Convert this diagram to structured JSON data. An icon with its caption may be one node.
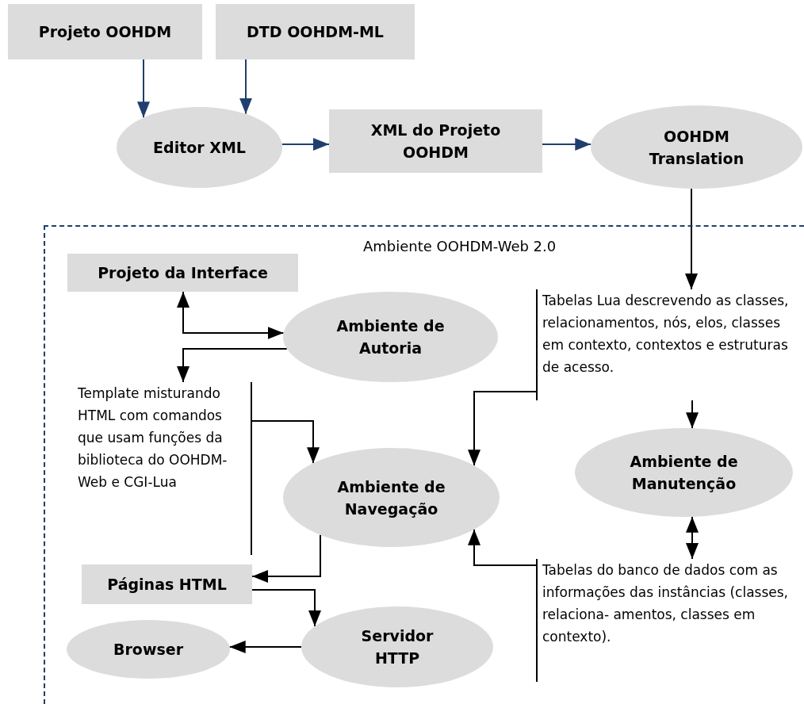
{
  "diagram": {
    "nodes": [
      {
        "text": [
          "Projeto OOHDM"
        ]
      },
      {
        "text": [
          "DTD OOHDM-ML"
        ]
      },
      {
        "text": [
          "Editor XML"
        ]
      },
      {
        "text": [
          "XML do Projeto OOHDM"
        ]
      },
      {
        "text": [
          "OOHDM Translation"
        ]
      },
      {
        "text": [
          "Ambiente OOHDM-Web 2.0"
        ]
      },
      {
        "text": [
          "Projeto da Interface"
        ],
        "in": 5
      },
      {
        "text": [
          "Ambiente de Autoria"
        ],
        "in": 5
      },
      {
        "text": [
          "Template misturando HTML com comandos que usam funções da biblioteca do OOHDM- Web e CGI-Lua"
        ],
        "in": 5
      },
      {
        "text": [
          "Ambiente de Navegação"
        ],
        "in": 5
      },
      {
        "text": [
          "Tabelas Lua descrevendo as classes, relacionamentos, nós, elos, classes em contexto, contextos e estruturas de acesso."
        ],
        "in": 5
      },
      {
        "text": [
          "Ambiente de Manutenção"
        ],
        "in": 5
      },
      {
        "text": [
          "Páginas HTML"
        ],
        "in": 5
      },
      {
        "text": [
          "Tabelas do banco de dados com as informações das instâncias (classes, relaciona- amentos, classes em contexto)."
        ],
        "in": 5
      },
      {
        "text": [
          "Servidor HTTP"
        ],
        "in": 5
      },
      {
        "text": [
          "Browser"
        ],
        "in": 5
      }
    ],
    "edges": [
      {
        "from": 0,
        "to": 2,
        "arrow": "to",
        "color": "#1f3f6e"
      },
      {
        "from": 1,
        "to": 2,
        "arrow": "to",
        "color": "#1f3f6e"
      },
      {
        "from": 2,
        "to": 3,
        "arrow": "to",
        "color": "#1f3f6e"
      },
      {
        "from": 3,
        "to": 4,
        "arrow": "to",
        "color": "#1f3f6e"
      },
      {
        "from": 4,
        "to": 10,
        "arrow": "to"
      },
      {
        "from": 6,
        "to": 7,
        "arrow": "both"
      },
      {
        "from": 7,
        "to": 8,
        "arrow": "to"
      },
      {
        "from": 8,
        "to": 9,
        "arrow": "to"
      },
      {
        "from": 10,
        "to": 9,
        "arrow": "to"
      },
      {
        "from": 13,
        "to": 9,
        "arrow": "to"
      },
      {
        "from": 10,
        "to": 11,
        "arrow": "to"
      },
      {
        "from": 11,
        "to": 13,
        "arrow": "both"
      },
      {
        "from": 9,
        "to": 12,
        "arrow": "to"
      },
      {
        "from": 12,
        "to": 14,
        "arrow": "to"
      },
      {
        "from": 14,
        "to": 15,
        "arrow": "to"
      }
    ]
  }
}
